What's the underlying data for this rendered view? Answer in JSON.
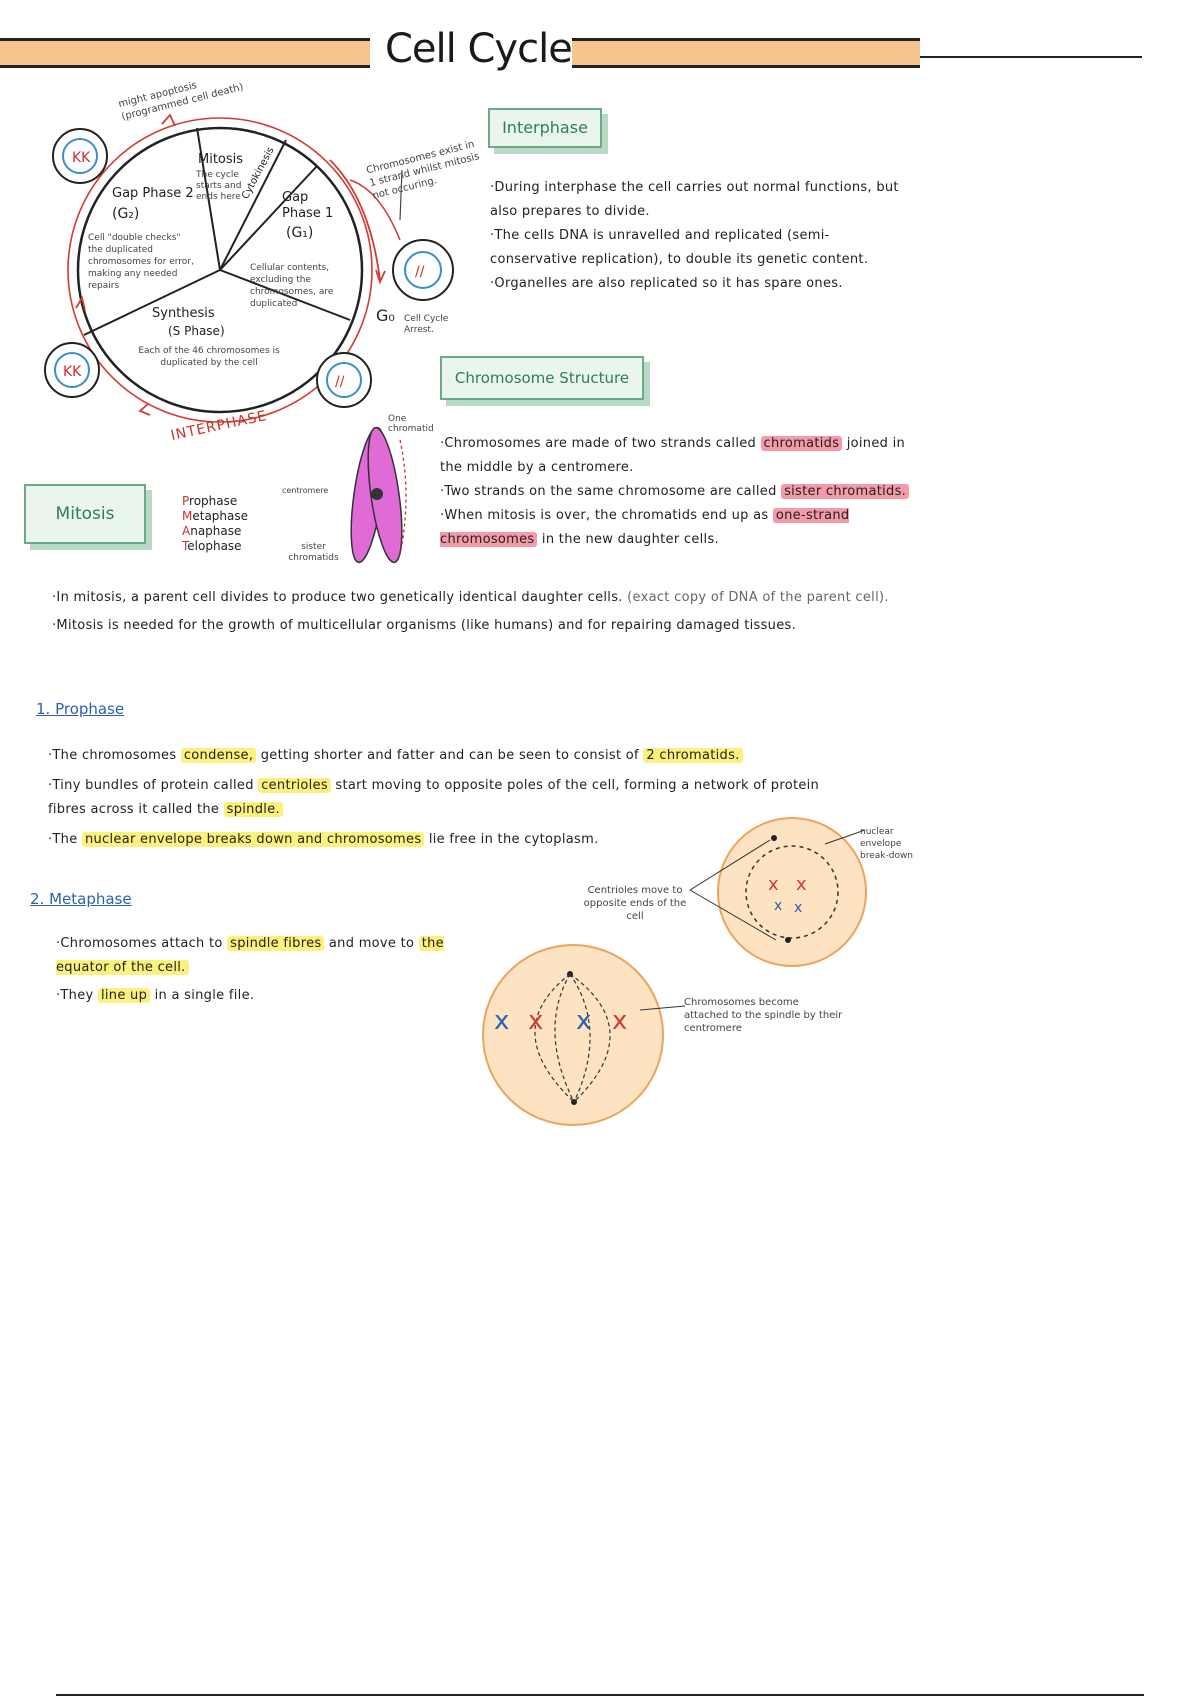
{
  "title": "Cell Cycle",
  "cycle": {
    "mitosis_label": "Mitosis",
    "mitosis_note": "The cycle starts and ends here",
    "cytokinesis": "Cytokinesis",
    "g1_label": "Gap Phase 1",
    "g1_sym": "(G₁)",
    "g1_note": "Cellular contents, excluding the chromosomes, are duplicated",
    "g2_label": "Gap Phase 2",
    "g2_sym": "(G₂)",
    "g2_note": "Cell \"double checks\" the duplicated chromosomes for error, making any needed repairs",
    "s_label": "Synthesis",
    "s_sym": "(S Phase)",
    "s_note": "Each of the 46 chromosomes is duplicated by the cell",
    "interphase": "INTERPHASE",
    "apoptosis_note": "might apoptosis (programmed cell death)",
    "g0": "G₀",
    "g0_note": "Cell Cycle Arrest.",
    "chromosome_note": "Chromosomes exist in 1 strand whilst mitosis not occuring."
  },
  "interphase": {
    "heading": "Interphase",
    "p1": "·During interphase the cell carries out normal functions, but also prepares to divide.",
    "p2": "·The cells DNA is unravelled and replicated (semi-conservative replication), to double its genetic content.",
    "p3": "·Organelles are also replicated so it has spare ones."
  },
  "chromosome_structure": {
    "heading": "Chromosome Structure",
    "one_chromatid": "One chromatid",
    "centromere": "centromere",
    "sister_chromatids_label": "sister chromatids",
    "l1a": "·Chromosomes are made of two strands called",
    "chromatids": "chromatids",
    "l1b": "joined in the middle by a centromere.",
    "l2": "·Two strands on the same chromosome are called",
    "sister_chromatids": "sister chromatids.",
    "l3": "·When mitosis is over, the chromatids end up as",
    "one_strand": "one-strand chromosomes",
    "l3b": "in the new daughter cells."
  },
  "mitosis": {
    "heading": "Mitosis",
    "acronym": [
      {
        "letter": "P",
        "rest": "rophase"
      },
      {
        "letter": "M",
        "rest": "etaphase"
      },
      {
        "letter": "A",
        "rest": "naphase"
      },
      {
        "letter": "T",
        "rest": "elophase"
      }
    ],
    "p1": "·In mitosis, a parent cell divides to produce two genetically identical daughter cells.",
    "p1_note": "(exact copy of DNA of the parent cell).",
    "p2": "·Mitosis is needed for the growth of multicellular organisms (like humans) and for repairing damaged tissues."
  },
  "prophase": {
    "heading": "1. Prophase",
    "l1a": "·The chromosomes",
    "condense": "condense,",
    "l1b": "getting shorter and fatter and can be seen to consist of",
    "two_chromatids": "2 chromatids.",
    "l2a": "·Tiny bundles of protein called",
    "centrioles": "centrioles",
    "l2b": "start moving to opposite poles of the cell, forming a network of protein fibres across it called the",
    "spindle": "spindle.",
    "l3a": "·The",
    "nuclear_envelope": "nuclear envelope breaks down and chromosomes",
    "l3b": "lie free in the cytoplasm.",
    "centrioles_note": "Centrioles move to opposite ends of the cell",
    "envelope_note": "nuclear envelope break-down"
  },
  "metaphase": {
    "heading": "2. Metaphase",
    "l1a": "·Chromosomes",
    "l1b": "attach to",
    "spindle_fibres": "spindle fibres",
    "l1c": "and move to",
    "equator": "the equator of the cell.",
    "l2a": "·They",
    "line_up": "line up",
    "l2b": "in a single file.",
    "attached_note": "Chromosomes become attached to the spindle by their centromere"
  }
}
